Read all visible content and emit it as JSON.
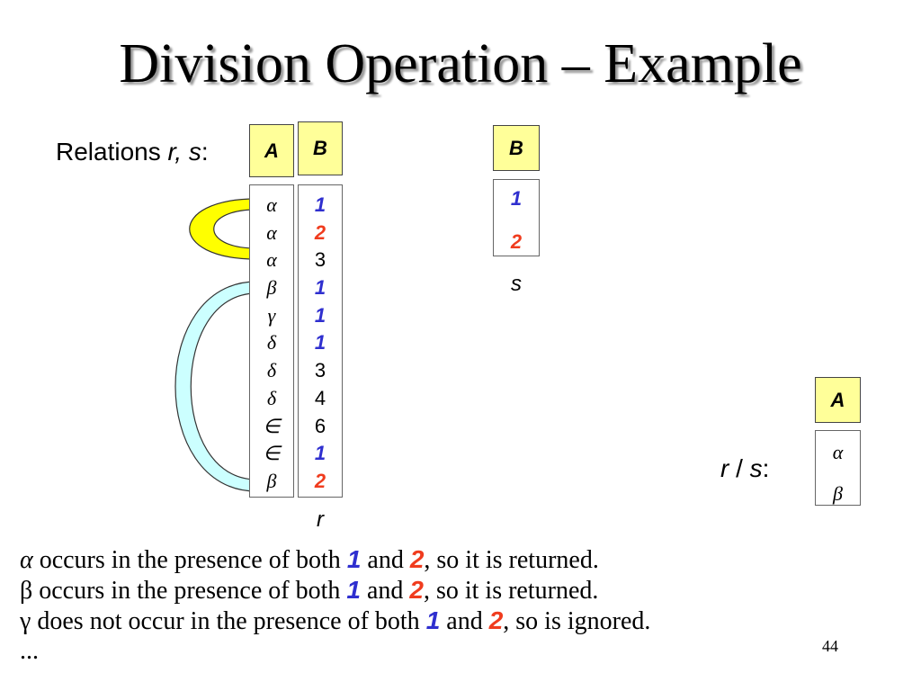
{
  "title": "Division Operation – Example",
  "relations_label": {
    "text": "Relations ",
    "vars": "r, s",
    "colon": ":"
  },
  "colors": {
    "header_fill": "#ffff99",
    "blue": "#2f2fcf",
    "red": "#f03c1e",
    "arc_yellow": "#ffff00",
    "arc_cyan": "#ccffff"
  },
  "r": {
    "label": "r",
    "columns": [
      "A",
      "B"
    ],
    "rows": [
      {
        "A": "α",
        "B": "1",
        "B_color": "blue"
      },
      {
        "A": "α",
        "B": "2",
        "B_color": "red"
      },
      {
        "A": "α",
        "B": "3"
      },
      {
        "A": "β",
        "B": "1",
        "B_color": "blue"
      },
      {
        "A": "γ",
        "B": "1",
        "B_color": "blue"
      },
      {
        "A": "δ",
        "B": "1",
        "B_color": "blue"
      },
      {
        "A": "δ",
        "B": "3"
      },
      {
        "A": "δ",
        "B": "4"
      },
      {
        "A": "∈",
        "B": "6"
      },
      {
        "A": "∈",
        "B": "1",
        "B_color": "blue"
      },
      {
        "A": "β",
        "B": "2",
        "B_color": "red"
      }
    ]
  },
  "s": {
    "label": "s",
    "columns": [
      "B"
    ],
    "rows": [
      {
        "B": "1",
        "B_color": "blue"
      },
      {
        "B": "2",
        "B_color": "red"
      }
    ]
  },
  "result": {
    "label": {
      "r": "r",
      "op": " / ",
      "s": "s",
      "colon": ":"
    },
    "columns": [
      "A"
    ],
    "rows": [
      {
        "A": "α"
      },
      {
        "A": "β"
      }
    ]
  },
  "notes": [
    {
      "symbol": "α",
      "before": " occurs in the presence of both ",
      "v1": "1",
      "v1_color": "blue",
      "and": " and ",
      "v2": "2",
      "v2_color": "red",
      "after": ", so it is returned."
    },
    {
      "symbol": "β",
      "before": " occurs in the presence of both ",
      "v1": "1",
      "v1_color": "blue",
      "and": " and ",
      "v2": "2",
      "v2_color": "red",
      "after": ", so it is returned."
    },
    {
      "symbol": "γ",
      "before": " does not occur in the presence of both ",
      "v1": "1",
      "v1_color": "blue",
      "and": " and ",
      "v2": "2",
      "v2_color": "red",
      "after": ", so is ignored."
    }
  ],
  "ellipsis": "...",
  "page_number": "44"
}
